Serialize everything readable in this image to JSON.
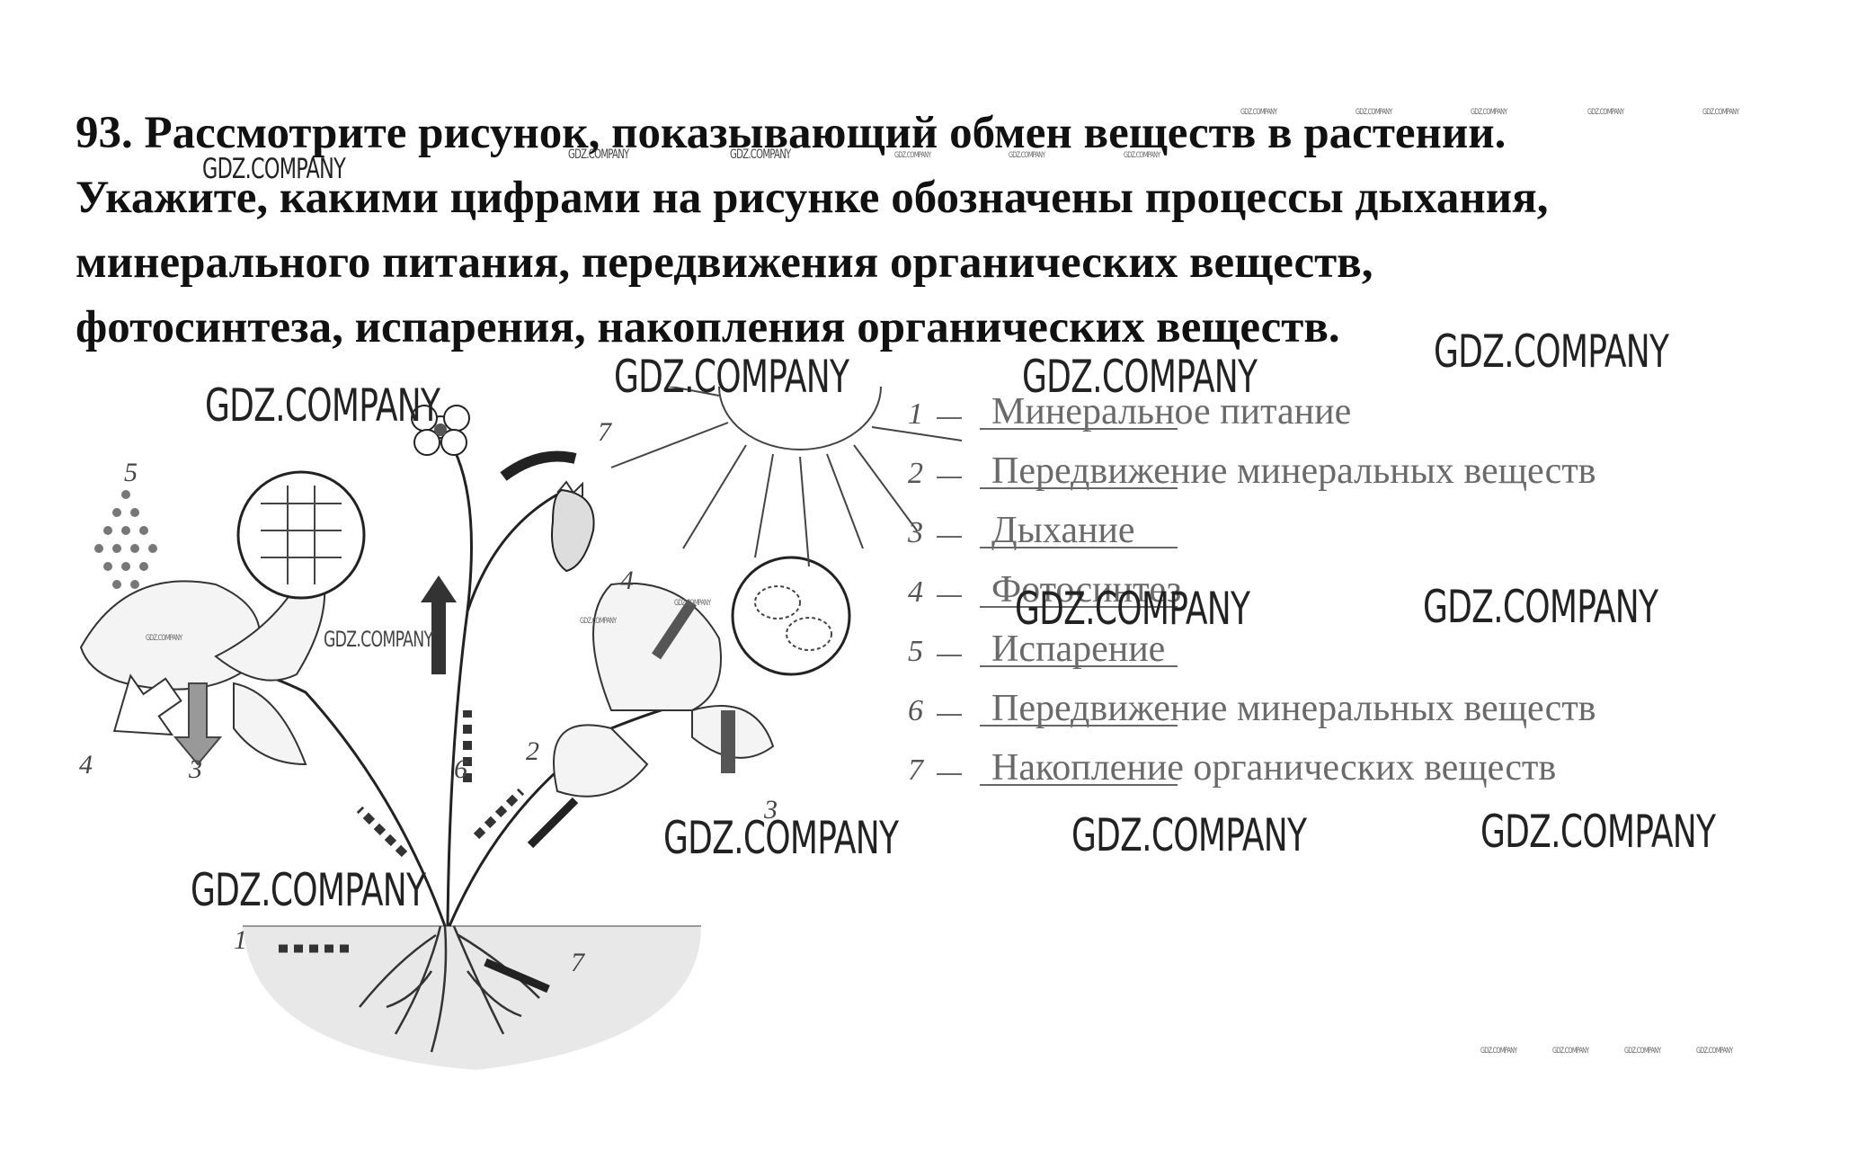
{
  "question": {
    "lines": [
      "93. Рассмотрите рисунок, показывающий обмен веществ в растении.",
      "Укажите, какими цифрами на рисунке обозначены процессы дыхания,",
      "минерального питания, передвижения органических веществ,",
      "фотосинтеза, испарения, накопления органических веществ."
    ]
  },
  "figure": {
    "labels": [
      "1",
      "2",
      "3",
      "4",
      "5",
      "6",
      "7"
    ]
  },
  "answers": [
    {
      "num": "1",
      "text": "Минеральное питание"
    },
    {
      "num": "2",
      "text": "Передвижение минеральных веществ"
    },
    {
      "num": "3",
      "text": "Дыхание"
    },
    {
      "num": "4",
      "text": "Фотосинтез"
    },
    {
      "num": "5",
      "text": "Испарение"
    },
    {
      "num": "6",
      "text": "Передвижение минеральных веществ"
    },
    {
      "num": "7",
      "text": "Накопление органических веществ"
    }
  ],
  "watermark": {
    "text": "GDZ.COMPANY"
  }
}
